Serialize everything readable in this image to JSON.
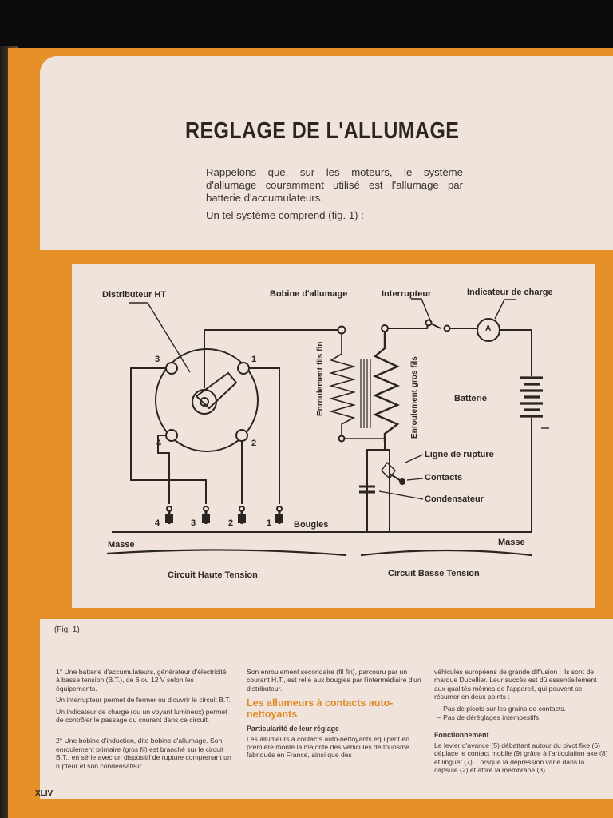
{
  "title": "REGLAGE DE L'ALLUMAGE",
  "intro": "Rappelons que, sur les moteurs, le système d'allumage couramment utilisé est l'allumage par batterie d'accumulateurs.",
  "intro2": "Un tel système comprend (fig. 1) :",
  "figure": {
    "labels": {
      "distributeur": "Distributeur HT",
      "bobine": "Bobine d'allumage",
      "interrupteur": "Interrupteur",
      "indicateur": "Indicateur de charge",
      "batterie": "Batterie",
      "enroulement_fin": "Enroulement fils fin",
      "enroulement_gros": "Enroulement gros fils",
      "ligne_rupture": "Ligne de rupture",
      "contacts": "Contacts",
      "condensateur": "Condensateur",
      "bougies": "Bougies",
      "masse_left": "Masse",
      "masse_right": "Masse",
      "circuit_ht": "Circuit Haute Tension",
      "circuit_bt": "Circuit Basse Tension",
      "ammeter": "A",
      "n1": "1",
      "n2": "2",
      "n3": "3",
      "n4": "4",
      "b4": "4",
      "b3": "3",
      "b2": "2",
      "b1": "1"
    }
  },
  "caption": "(Fig. 1)",
  "col1": {
    "p1": "1° Une batterie d'accumulateurs, générateur d'électricité à basse tension (B.T.), de 6 ou 12 V selon les équipements.",
    "p2": "Un interrupteur permet de fermer ou d'ouvrir le circuit B.T.",
    "p3": "Un indicateur de charge (ou un voyant lumineux) permet de contrôler le passage du courant dans ce circuit.",
    "p4": "2° Une bobine d'induction, dite bobine d'allumage. Son enroulement primaire (gros fil) est branché sur le circuit B.T., en série avec un dispositif de rupture comprenant un rupteur et son condensateur."
  },
  "col2": {
    "p1": "Son enroulement secondaire (fil fin), parcouru par un courant H.T., est relié aux bougies par l'intermédiaire d'un distributeur.",
    "heading": "Les allumeurs à contacts auto-nettoyants",
    "subhead": "Particularité de leur réglage",
    "p2": "Les allumeurs à contacts auto-nettoyants équipent en première monte la majorité des véhicules de tourisme fabriqués en France, ainsi que des"
  },
  "col3": {
    "p1": "véhicules européens de grande diffusion ; ils sont de marque Ducellier. Leur succès est dû essentiellement aux qualités mêmes de l'appareil, qui peuvent se résumer en deux points :",
    "b1": "– Pas de picots sur les grains de contacts.",
    "b2": "– Pas de déréglages intempestifs.",
    "subhead": "Fonctionnement",
    "p2": "Le levier d'avance (5) débattant autour du pivot fixe (6) déplace le contact mobile (9) grâce à l'articulation axe (8) et linguet (7). Lorsque la dépression varie dans la capsule (2) et attire la membrane (3)"
  },
  "page_number": "XLIV"
}
